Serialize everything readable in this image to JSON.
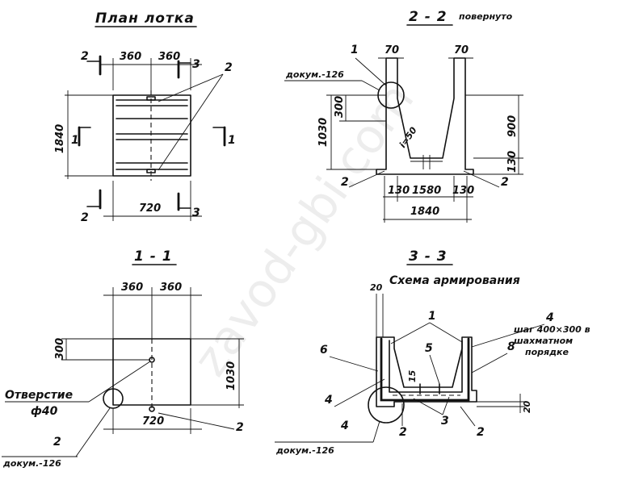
{
  "views": {
    "plan": {
      "title": "План лотка",
      "dims": {
        "top_left": "360",
        "top_right": "360",
        "bottom": "720",
        "left": "1840"
      },
      "section_marks": {
        "two_top": "2",
        "two_bottom": "2",
        "one_left": "1",
        "one_right": "1",
        "three_top": "3",
        "three_bottom": "3"
      },
      "callout": "2"
    },
    "section_2_2": {
      "title": "2 - 2",
      "subtitle": "повернуто",
      "dims": {
        "left_wall": "70",
        "right_wall": "70",
        "height_left": "1030",
        "top_offset": "300",
        "height_right": "900",
        "bottom_right": "130",
        "slope": "i=50",
        "base_left": "130",
        "base_mid": "1580",
        "base_right": "130",
        "overall": "1840"
      },
      "callouts": {
        "c1": "1",
        "c2_left": "2",
        "c2_right": "2"
      },
      "doc_ref": "докум.-126"
    },
    "section_1_1": {
      "title": "1 - 1",
      "dims": {
        "top_left": "360",
        "top_right": "360",
        "left": "300",
        "right": "1030",
        "bottom": "720"
      },
      "hole_label": "Отверстие",
      "hole_size": "ф40",
      "callouts": {
        "c2_left": "2",
        "c2_right": "2"
      },
      "doc_ref": "докум.-126"
    },
    "section_3_3": {
      "title": "3 - 3",
      "subtitle": "Схема армирования",
      "dims": {
        "top": "20",
        "right": "20",
        "mid": "15"
      },
      "callouts": {
        "c1": "1",
        "c4_top": "4",
        "c5": "5",
        "c6": "6",
        "c8": "8",
        "c4_left": "4",
        "c4_bottom": "4",
        "c2_a": "2",
        "c3": "3",
        "c2_b": "2"
      },
      "note_lines": [
        "шаг 400×300 в",
        "шахматном",
        "порядке"
      ],
      "doc_ref": "докум.-126"
    }
  }
}
